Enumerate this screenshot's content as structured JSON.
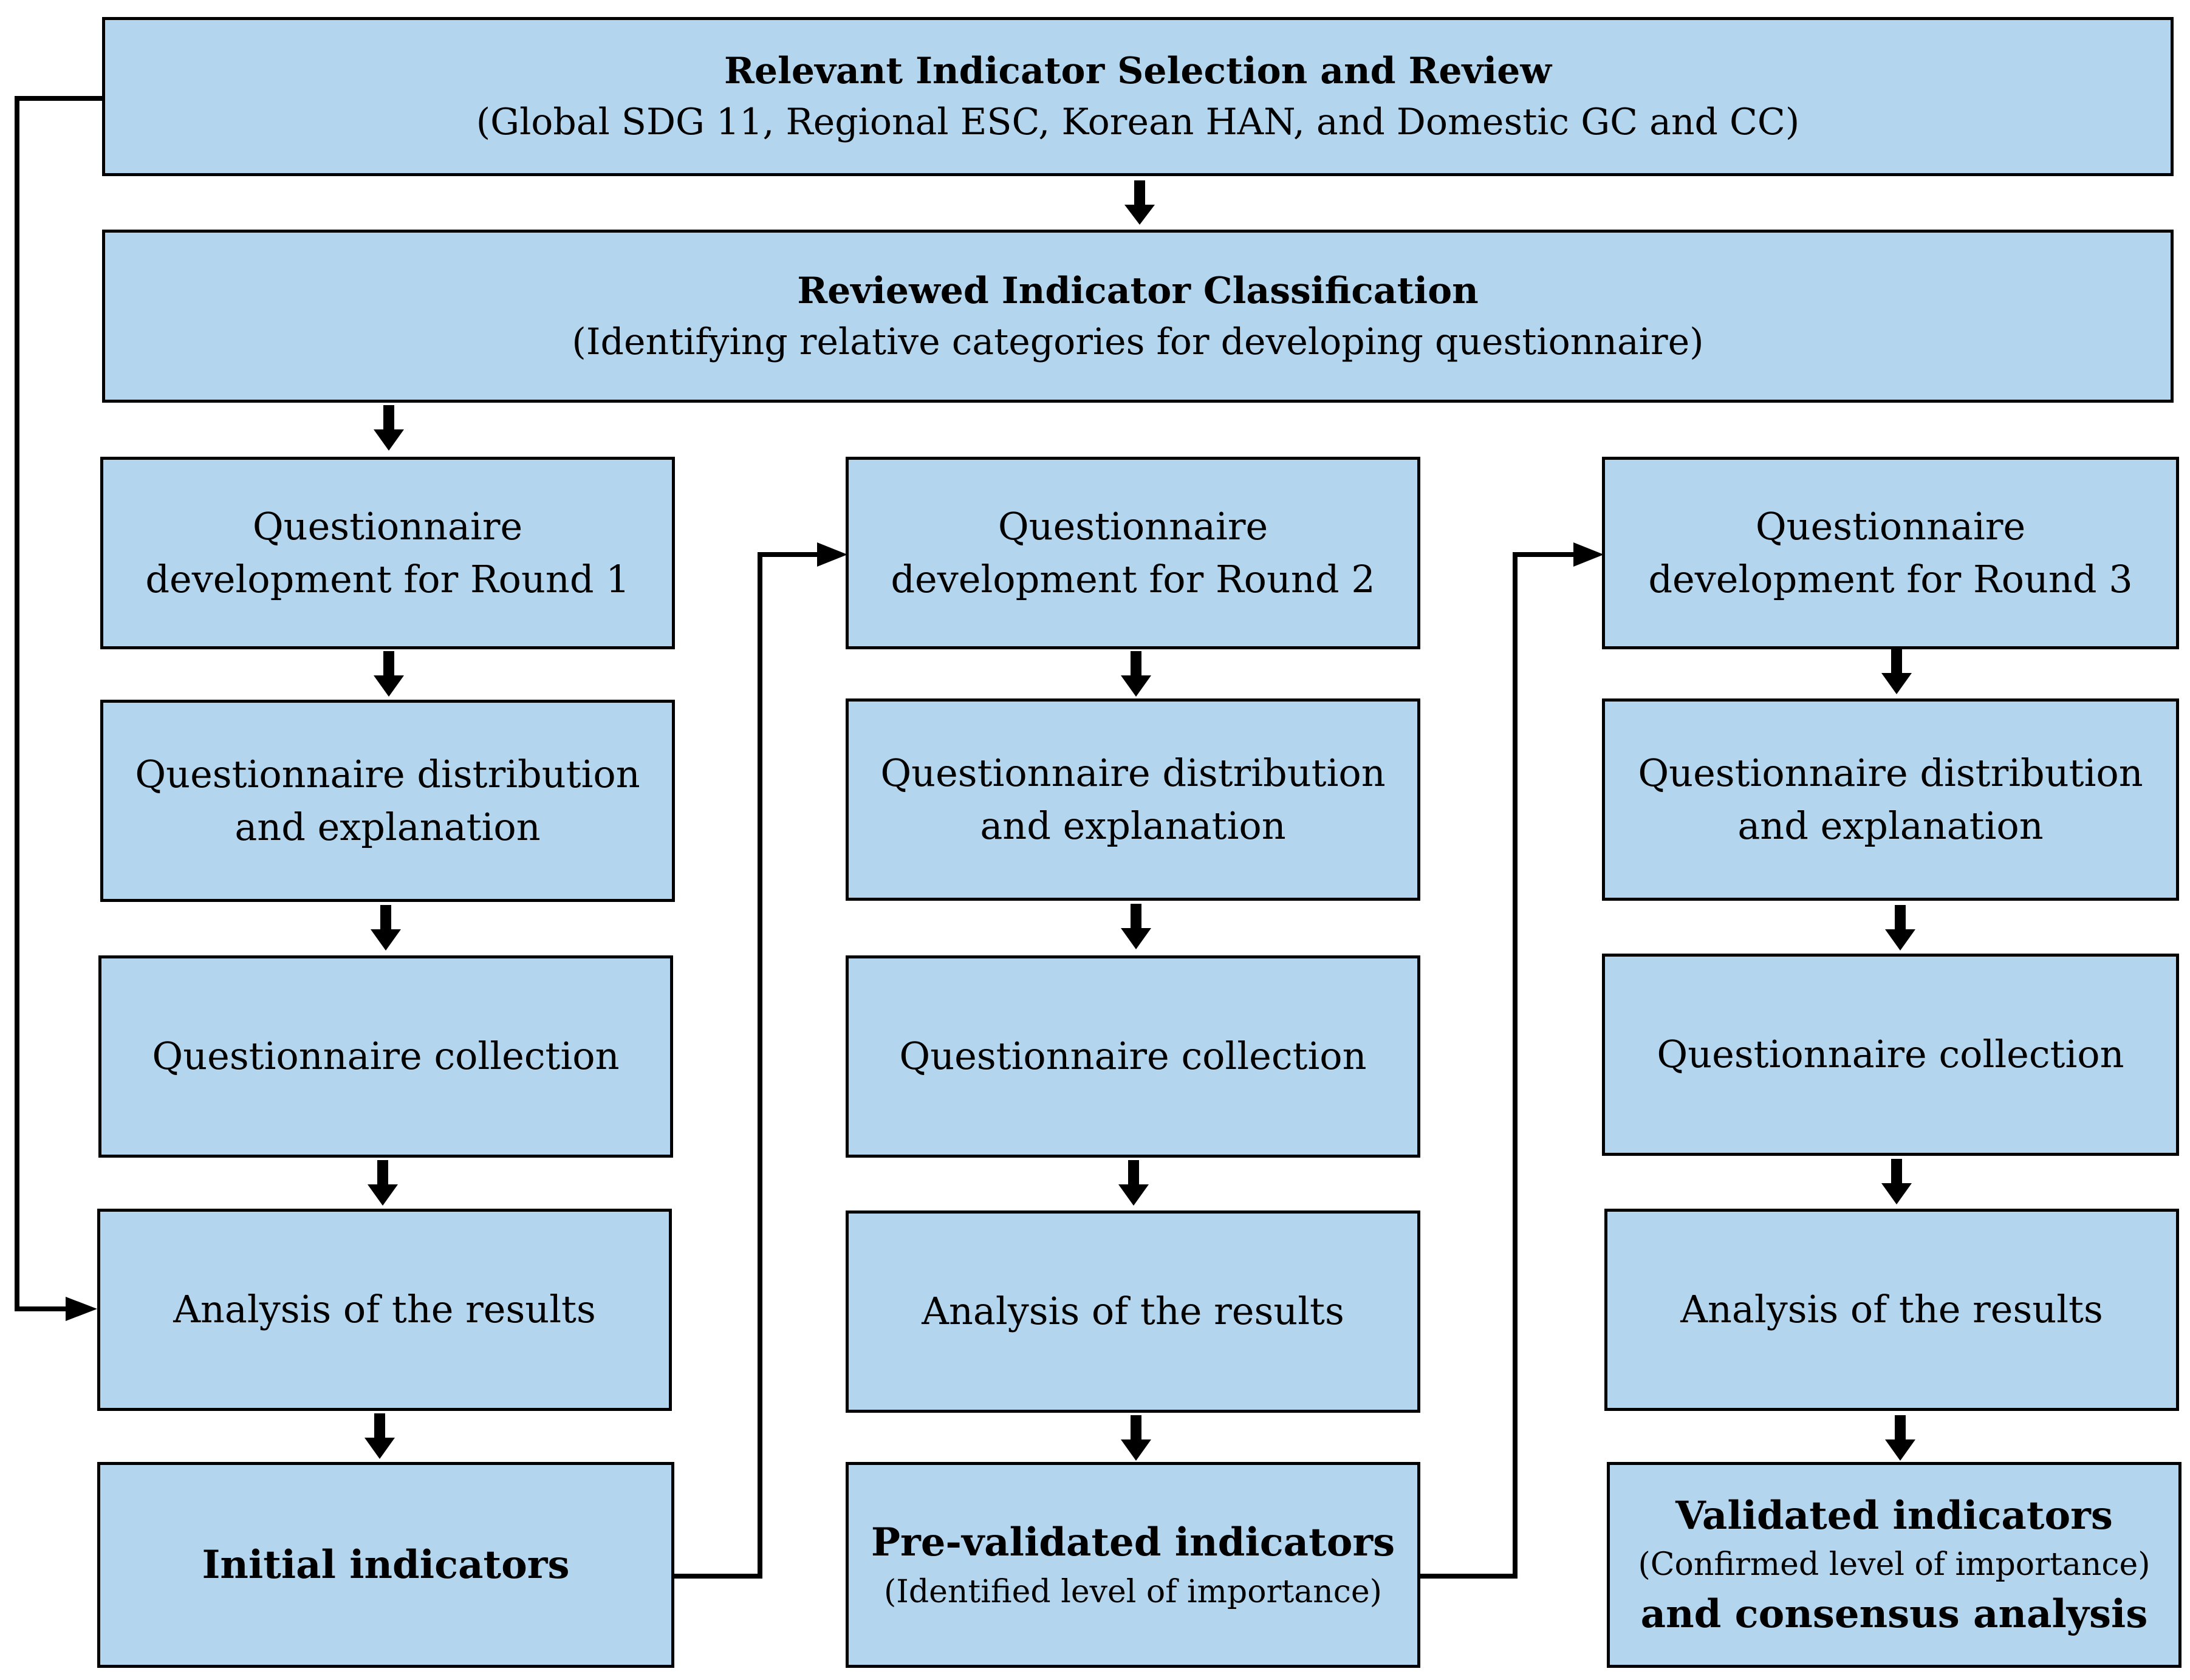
{
  "top": {
    "title": "Relevant Indicator Selection and Review",
    "subtitle": "(Global SDG 11, Regional ESC, Korean HAN, and Domestic GC and CC)"
  },
  "classification": {
    "title": "Reviewed Indicator Classification",
    "subtitle": "(Identifying relative categories for developing questionnaire)"
  },
  "round1": {
    "development": [
      "Questionnaire",
      "development for Round 1"
    ],
    "distribution": [
      "Questionnaire distribution",
      "and explanation"
    ],
    "collection": "Questionnaire collection",
    "analysis": "Analysis of the results",
    "result_title": "Initial indicators"
  },
  "round2": {
    "development": [
      "Questionnaire",
      "development for Round 2"
    ],
    "distribution": [
      "Questionnaire distribution",
      "and explanation"
    ],
    "collection": "Questionnaire collection",
    "analysis": "Analysis of the results",
    "result_title": "Pre-validated indicators",
    "result_note": "(Identified level of importance)"
  },
  "round3": {
    "development": [
      "Questionnaire",
      "development for Round 3"
    ],
    "distribution": [
      "Questionnaire distribution",
      "and explanation"
    ],
    "collection": "Questionnaire collection",
    "analysis": "Analysis of the results",
    "result_title": "Validated indicators",
    "result_note": "(Confirmed level of importance)",
    "result_suffix": "and consensus analysis"
  },
  "colors": {
    "box_fill": "#b3d5ee",
    "stroke": "#000000"
  }
}
